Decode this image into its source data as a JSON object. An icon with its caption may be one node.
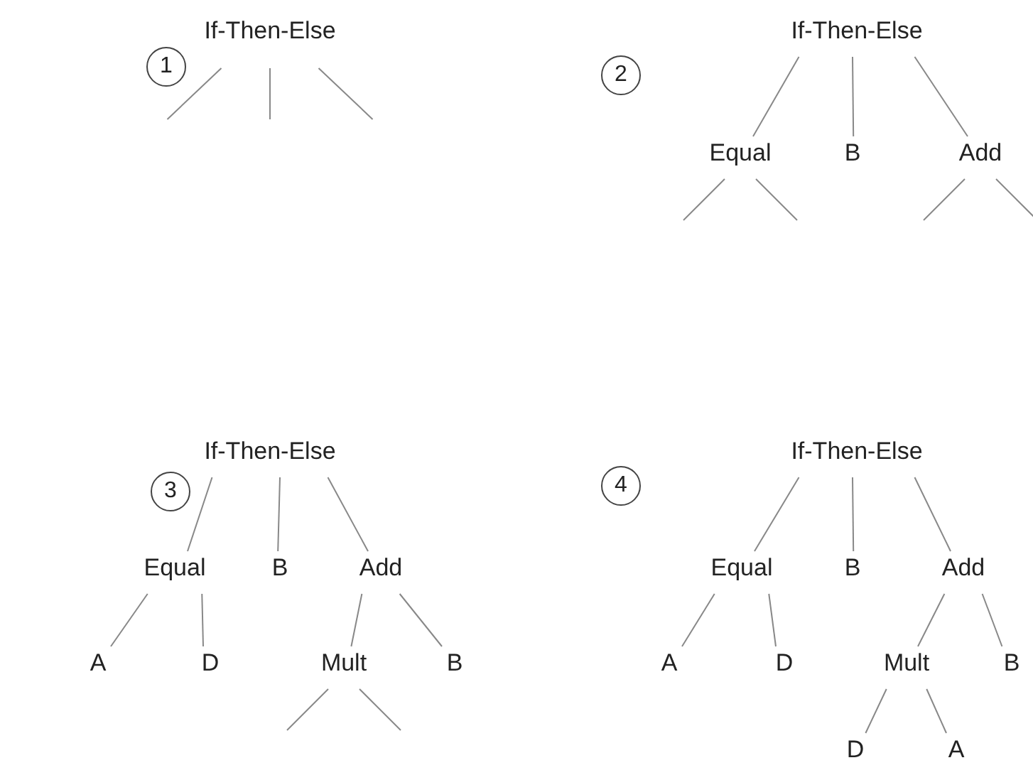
{
  "diagram": {
    "nodes": [
      {
        "text": [
          "1"
        ]
      },
      {
        "text": [
          "If-Then-Else"
        ]
      },
      {
        "text": [
          "2"
        ]
      },
      {
        "text": [
          "If-Then-Else"
        ]
      },
      {
        "text": [
          "Equal"
        ]
      },
      {
        "text": [
          "B"
        ]
      },
      {
        "text": [
          "Add"
        ]
      },
      {
        "text": [
          "3"
        ]
      },
      {
        "text": [
          "If-Then-Else"
        ]
      },
      {
        "text": [
          "Equal"
        ]
      },
      {
        "text": [
          "B"
        ]
      },
      {
        "text": [
          "Add"
        ]
      },
      {
        "text": [
          "A"
        ]
      },
      {
        "text": [
          "D"
        ]
      },
      {
        "text": [
          "Mult"
        ]
      },
      {
        "text": [
          "B"
        ]
      },
      {
        "text": [
          "4"
        ]
      },
      {
        "text": [
          "If-Then-Else"
        ]
      },
      {
        "text": [
          "Equal"
        ]
      },
      {
        "text": [
          "B"
        ]
      },
      {
        "text": [
          "Add"
        ]
      },
      {
        "text": [
          "A"
        ]
      },
      {
        "text": [
          "D"
        ]
      },
      {
        "text": [
          "Mult"
        ]
      },
      {
        "text": [
          "B"
        ]
      },
      {
        "text": [
          "D"
        ]
      },
      {
        "text": [
          "A"
        ]
      }
    ],
    "edges": [
      {
        "from": 1,
        "to": null,
        "arrow": "none"
      },
      {
        "from": 1,
        "to": null,
        "arrow": "none"
      },
      {
        "from": 1,
        "to": null,
        "arrow": "none"
      },
      {
        "from": 3,
        "to": 4,
        "arrow": "none"
      },
      {
        "from": 3,
        "to": 5,
        "arrow": "none"
      },
      {
        "from": 3,
        "to": 6,
        "arrow": "none"
      },
      {
        "from": 4,
        "to": null,
        "arrow": "none"
      },
      {
        "from": 4,
        "to": null,
        "arrow": "none"
      },
      {
        "from": 6,
        "to": null,
        "arrow": "none"
      },
      {
        "from": 6,
        "to": null,
        "arrow": "none"
      },
      {
        "from": 8,
        "to": 9,
        "arrow": "none"
      },
      {
        "from": 8,
        "to": 10,
        "arrow": "none"
      },
      {
        "from": 8,
        "to": 11,
        "arrow": "none"
      },
      {
        "from": 9,
        "to": 12,
        "arrow": "none"
      },
      {
        "from": 9,
        "to": 13,
        "arrow": "none"
      },
      {
        "from": 11,
        "to": 14,
        "arrow": "none"
      },
      {
        "from": 11,
        "to": 15,
        "arrow": "none"
      },
      {
        "from": 14,
        "to": null,
        "arrow": "none"
      },
      {
        "from": 14,
        "to": null,
        "arrow": "none"
      },
      {
        "from": 17,
        "to": 18,
        "arrow": "none"
      },
      {
        "from": 17,
        "to": 19,
        "arrow": "none"
      },
      {
        "from": 17,
        "to": 20,
        "arrow": "none"
      },
      {
        "from": 18,
        "to": 21,
        "arrow": "none"
      },
      {
        "from": 18,
        "to": 22,
        "arrow": "none"
      },
      {
        "from": 20,
        "to": 23,
        "arrow": "none"
      },
      {
        "from": 20,
        "to": 24,
        "arrow": "none"
      },
      {
        "from": 23,
        "to": 25,
        "arrow": "none"
      },
      {
        "from": 23,
        "to": 26,
        "arrow": "none"
      }
    ]
  }
}
